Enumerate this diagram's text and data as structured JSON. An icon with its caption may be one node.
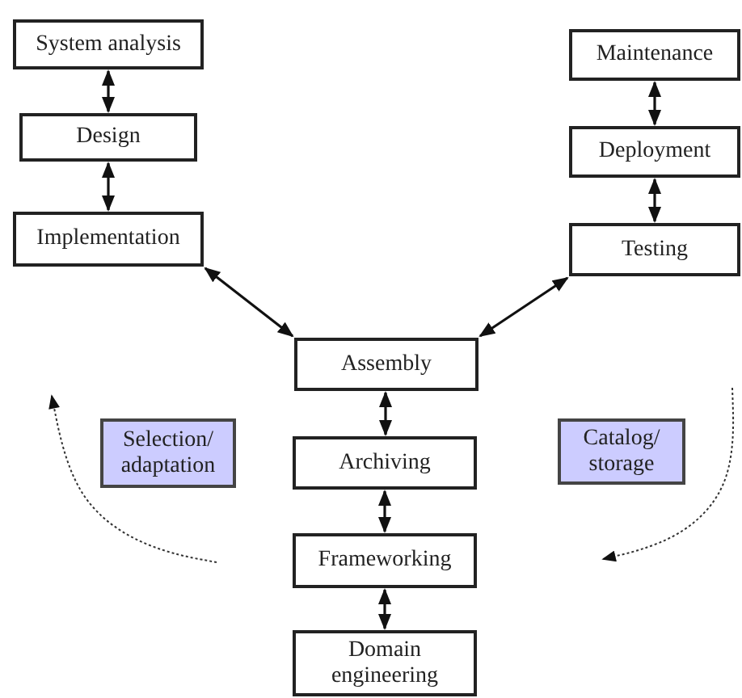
{
  "diagram": {
    "nodes": [
      {
        "text": [
          "System analysis"
        ]
      },
      {
        "text": [
          "Maintenance"
        ]
      },
      {
        "text": [
          "Design"
        ]
      },
      {
        "text": [
          "Deployment"
        ]
      },
      {
        "text": [
          "Implementation"
        ]
      },
      {
        "text": [
          "Testing"
        ]
      },
      {
        "text": [
          "Assembly"
        ]
      },
      {
        "text": [
          "Selection/ adaptation"
        ]
      },
      {
        "text": [
          "Archiving"
        ]
      },
      {
        "text": [
          "Catalog/ storage"
        ]
      },
      {
        "text": [
          "Frameworking"
        ]
      },
      {
        "text": [
          "Domain engineering"
        ]
      }
    ],
    "edges": [
      {
        "from": 0,
        "to": 2,
        "arrow": "both"
      },
      {
        "from": 2,
        "to": 4,
        "arrow": "both"
      },
      {
        "from": 1,
        "to": 3,
        "arrow": "both"
      },
      {
        "from": 3,
        "to": 5,
        "arrow": "both"
      },
      {
        "from": 4,
        "to": 6,
        "arrow": "both"
      },
      {
        "from": 5,
        "to": 6,
        "arrow": "both"
      },
      {
        "from": 6,
        "to": 8,
        "arrow": "both"
      },
      {
        "from": 8,
        "to": 10,
        "arrow": "both"
      },
      {
        "from": 10,
        "to": 11,
        "arrow": "both"
      }
    ]
  }
}
